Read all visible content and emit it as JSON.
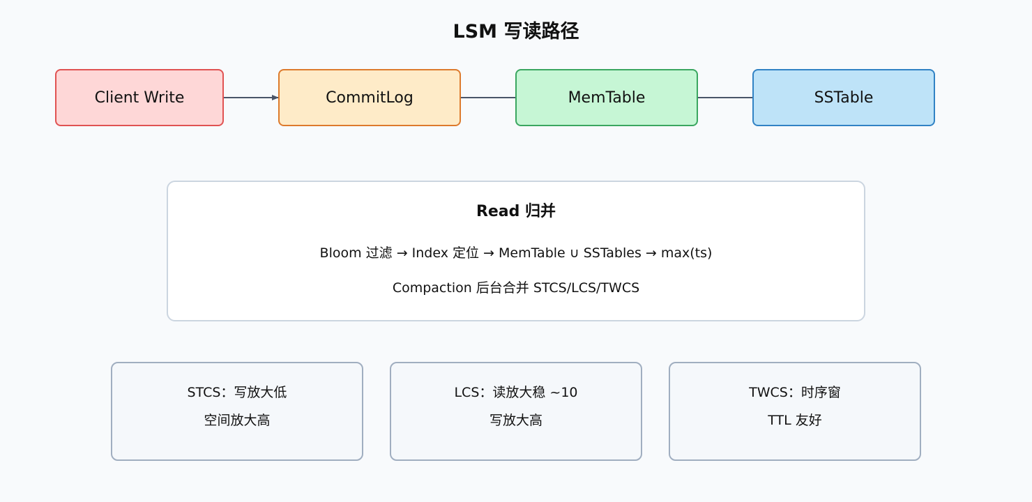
{
  "title": "LSM 写读路径",
  "flow": {
    "nodes": [
      {
        "label": "Client Write"
      },
      {
        "label": "CommitLog"
      },
      {
        "label": "MemTable"
      },
      {
        "label": "SSTable"
      }
    ]
  },
  "read_merge": {
    "title": "Read 归并",
    "line1": "Bloom 过滤 → Index 定位 → MemTable ∪ SSTables → max(ts)",
    "line2": "Compaction 后台合并 STCS/LCS/TWCS"
  },
  "strategies": [
    {
      "line1": "STCS：写放大低",
      "line2": "空间放大高"
    },
    {
      "line1": "LCS：读放大稳 ~10",
      "line2": "写放大高"
    },
    {
      "line1": "TWCS：时序窗",
      "line2": "TTL 友好"
    }
  ],
  "colors": {
    "client_fill": "#fed7d7",
    "client_border": "#e05252",
    "commit_fill": "#feebc8",
    "commit_border": "#dd7a2c",
    "mem_fill": "#c6f6d5",
    "mem_border": "#3aa660",
    "ss_fill": "#bee3f8",
    "ss_border": "#3182c4",
    "connector": "#4a5568"
  }
}
